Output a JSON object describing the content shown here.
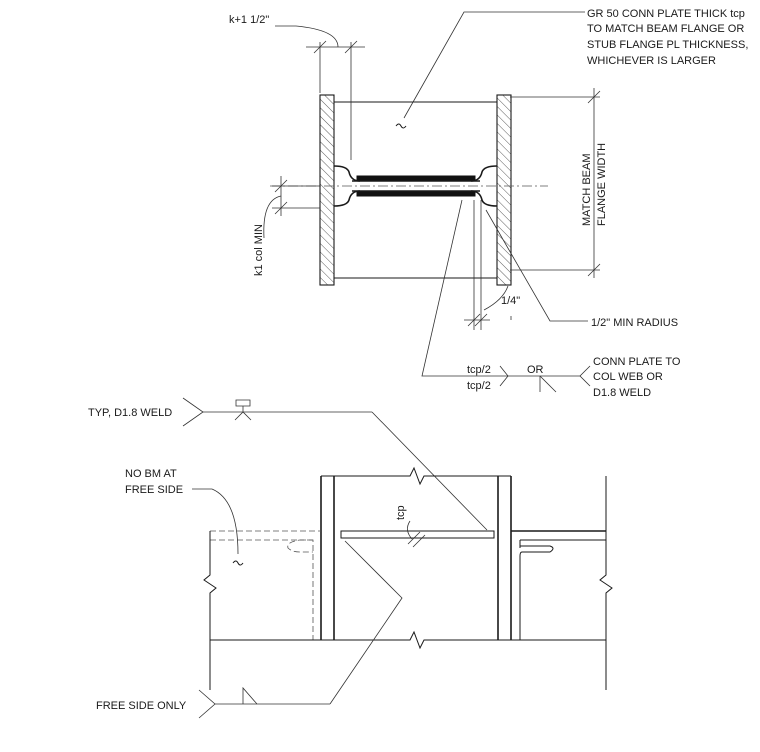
{
  "notes": {
    "k_dim": "k+1 1/2\"",
    "conn_plate_1": "GR 50 CONN PLATE THICK tcp",
    "conn_plate_2": "TO MATCH BEAM FLANGE OR",
    "conn_plate_3": "STUB FLANGE PL THICKNESS,",
    "conn_plate_4": "WHICHEVER IS LARGER",
    "match_beam_1": "MATCH BEAM",
    "match_beam_2": "FLANGE WIDTH",
    "k1_col_min": "k1 col MIN",
    "quarter_in": "1/4\"",
    "min_radius": "1/2\" MIN RADIUS",
    "weld_tcp_top": "tcp/2",
    "weld_tcp_bottom": "tcp/2",
    "weld_or": "OR",
    "conn_web_1": "CONN PLATE TO",
    "conn_web_2": "COL WEB OR",
    "conn_web_3": "D1.8 WELD",
    "typ_weld": "TYP, D1.8 WELD",
    "no_bm_1": "NO BM AT",
    "no_bm_2": "FREE SIDE",
    "tcp_label": "tcp",
    "free_side": "FREE SIDE ONLY"
  }
}
